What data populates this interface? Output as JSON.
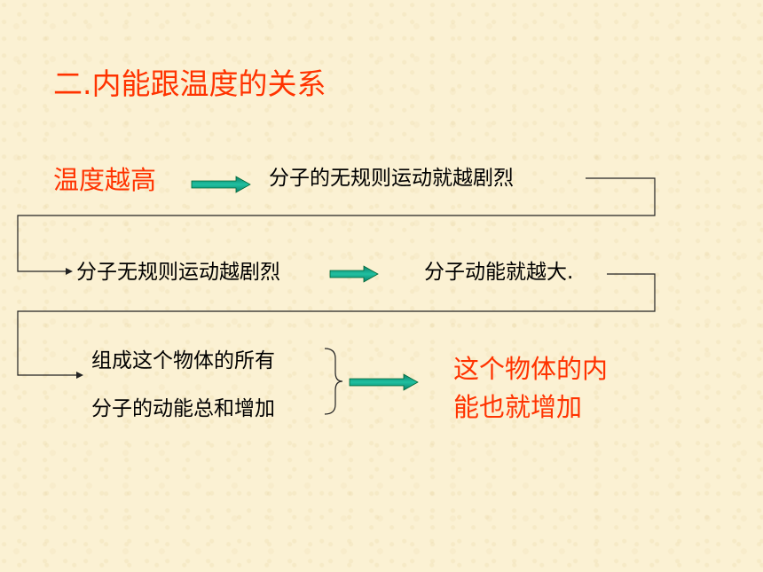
{
  "title": "二.内能跟温度的关系",
  "row1": {
    "cause": "温度越高",
    "effect": "分子的无规则运动就越剧烈"
  },
  "row2": {
    "cause": "分子无规则运动越剧烈",
    "effect": "分子动能就越大."
  },
  "row3": {
    "cause_line1": "组成这个物体的所有",
    "cause_line2": "分子的动能总和增加",
    "result_line1": "这个物体的内",
    "result_line2": "能也就增加"
  },
  "colors": {
    "background": "#fbf1d3",
    "emphasis_text": "#ff3300",
    "arrow_fill": "#00a890"
  }
}
